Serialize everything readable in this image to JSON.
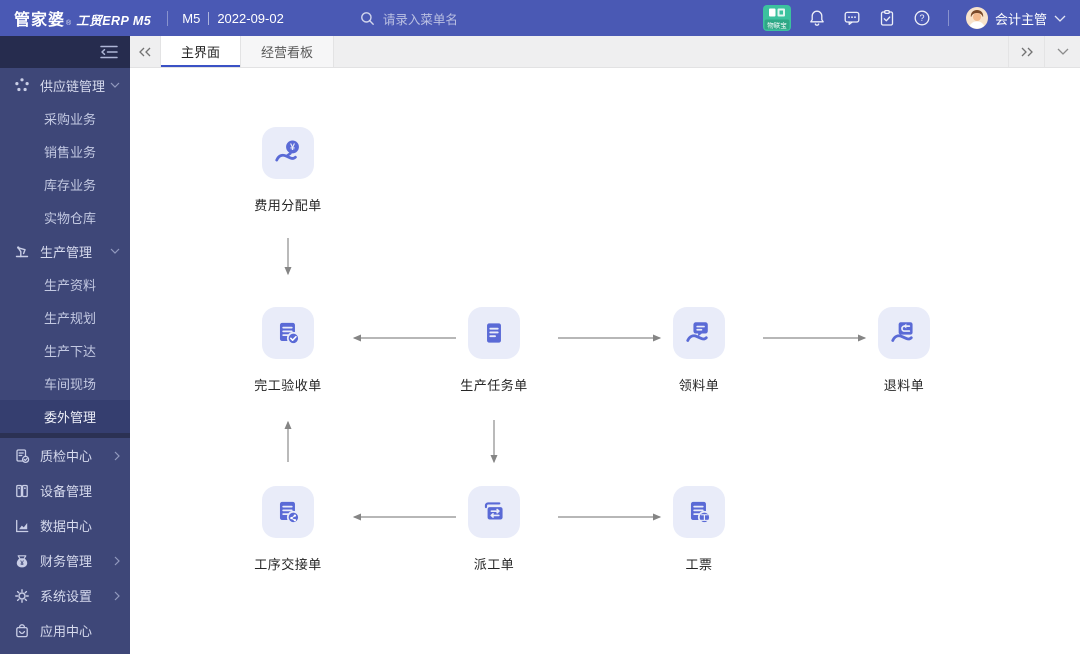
{
  "header": {
    "logo_primary": "管家婆",
    "logo_reg": "®",
    "logo_secondary": "工贸ERP M5",
    "env_label": "M5",
    "date": "2022-09-02",
    "search_placeholder": "请录入菜单名",
    "qr_badge_label": "物联宝",
    "user_name": "会计主管"
  },
  "glyphs": {
    "yen": "¥",
    "gong": "工",
    "question": "?"
  },
  "tabbar": {
    "tabs": [
      {
        "label": "主界面",
        "active": true
      },
      {
        "label": "经营看板",
        "active": false
      }
    ]
  },
  "sidebar": {
    "groups": [
      {
        "label": "供应链管理",
        "icon": "supply-chain-icon",
        "state": "expanded",
        "children": [
          "采购业务",
          "销售业务",
          "库存业务",
          "实物仓库"
        ]
      },
      {
        "label": "生产管理",
        "icon": "production-icon",
        "state": "expanded",
        "children": [
          "生产资料",
          "生产规划",
          "生产下达",
          "车间现场",
          "委外管理"
        ],
        "active_child": "委外管理"
      },
      {
        "label": "质检中心",
        "icon": "quality-icon",
        "state": "collapsed"
      },
      {
        "label": "设备管理",
        "icon": "equipment-icon",
        "state": "none"
      },
      {
        "label": "数据中心",
        "icon": "data-icon",
        "state": "none"
      },
      {
        "label": "财务管理",
        "icon": "finance-icon",
        "state": "collapsed"
      },
      {
        "label": "系统设置",
        "icon": "settings-icon",
        "state": "collapsed"
      },
      {
        "label": "应用中心",
        "icon": "apps-icon",
        "state": "none"
      }
    ]
  },
  "flowchart": {
    "nodes": [
      {
        "label": "费用分配单",
        "icon": "expense-allocation-icon"
      },
      {
        "label": "完工验收单",
        "icon": "completion-acceptance-icon"
      },
      {
        "label": "生产任务单",
        "icon": "production-task-icon"
      },
      {
        "label": "领料单",
        "icon": "material-requisition-icon"
      },
      {
        "label": "退料单",
        "icon": "material-return-icon"
      },
      {
        "label": "工序交接单",
        "icon": "process-handover-icon"
      },
      {
        "label": "派工单",
        "icon": "work-dispatch-icon"
      },
      {
        "label": "工票",
        "icon": "work-ticket-icon"
      }
    ],
    "edges": [
      {
        "from": "费用分配单",
        "to": "完工验收单"
      },
      {
        "from": "生产任务单",
        "to": "完工验收单"
      },
      {
        "from": "生产任务单",
        "to": "领料单"
      },
      {
        "from": "领料单",
        "to": "退料单"
      },
      {
        "from": "工序交接单",
        "to": "完工验收单"
      },
      {
        "from": "生产任务单",
        "to": "派工单"
      },
      {
        "from": "派工单",
        "to": "工序交接单"
      },
      {
        "from": "派工单",
        "to": "工票"
      }
    ]
  },
  "colors": {
    "header_bg": "#4A59B4",
    "sidebar_bg": "#3E4778",
    "sidebar_top_bg": "#262C4E",
    "sidebar_active_bg": "#353E6F",
    "tab_active_underline": "#3A51C5",
    "qr_badge_bg": "#3CC29E",
    "node_tile_bg": "#E9ECF9",
    "node_glyph": "#5A6AD6",
    "arrow": "#8C8C8C"
  }
}
